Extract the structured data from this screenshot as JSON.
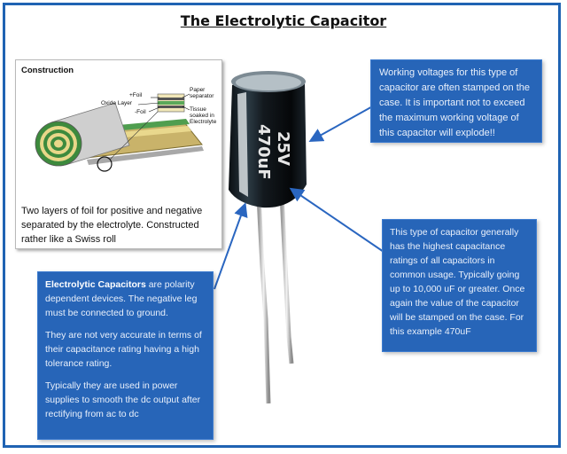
{
  "title": "The Electrolytic Capacitor",
  "construction": {
    "heading": "Construction",
    "labels": {
      "foil_pos": "+Foil",
      "oxide": "Oxide Layer",
      "foil_neg": "-Foil",
      "paper": "Paper separator",
      "tissue": "Tissue soaked in Electrolyte"
    },
    "caption": "Two layers of foil for positive and negative separated by the electrolyte. Constructed rather like a Swiss roll"
  },
  "capacitor": {
    "voltage_marking": "25V",
    "capacitance_marking": "470uF"
  },
  "callouts": {
    "working_voltage": "Working voltages for this type of capacitor are often stamped on the case. It is important not to exceed the maximum working voltage of this capacitor will explode!!",
    "capacitance": "This type of capacitor generally has the highest capacitance ratings of all capacitors in common usage. Typically going up to 10,000 uF or greater. Once again the value of the capacitor will be stamped on the case. For this example 470uF",
    "polarity_bold": "Electrolytic Capacitors",
    "polarity_rest": " are polarity dependent devices. The negative leg must be connected to ground.",
    "tolerance": "They are not very accurate in terms of their capacitance rating having a high tolerance rating.",
    "usage": "Typically they are used in power supplies to smooth the dc output after rectifying from ac to dc"
  },
  "colors": {
    "frame": "#1f63b3",
    "callout_bg": "#2765b8",
    "arrow": "#2a66c0"
  }
}
